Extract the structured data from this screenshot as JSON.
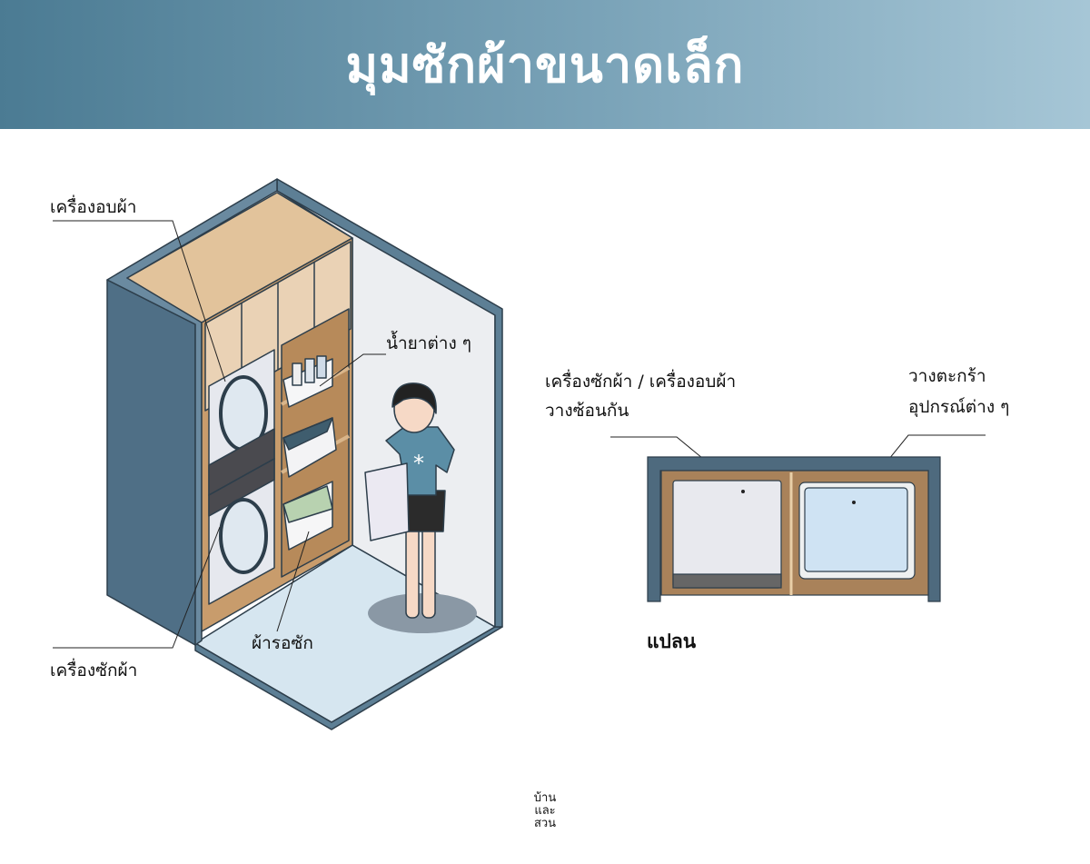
{
  "header": {
    "title": "มุมซักผ้าขนาดเล็ก"
  },
  "illustration": {
    "labels": {
      "dryer": "เครื่องอบผ้า",
      "detergents": "น้ำยาต่าง ๆ",
      "washer": "เครื่องซักผ้า",
      "laundry": "ผ้ารอซัก"
    }
  },
  "plan": {
    "stacked_label_line1": "เครื่องซักผ้า / เครื่องอบผ้า",
    "stacked_label_line2": "วางซ้อนกัน",
    "basket_label_line1": "วางตะกร้า",
    "basket_label_line2": "อุปกรณ์ต่าง ๆ",
    "title": "แปลน"
  },
  "footer": {
    "logo_line1": "บ้าน",
    "logo_line2": "และสวน"
  },
  "colors": {
    "wall_blue": "#4f6f86",
    "wood": "#c89c6c",
    "floor": "#d6e6f0",
    "header_start": "#4b7b93",
    "header_end": "#a6c6d6"
  }
}
